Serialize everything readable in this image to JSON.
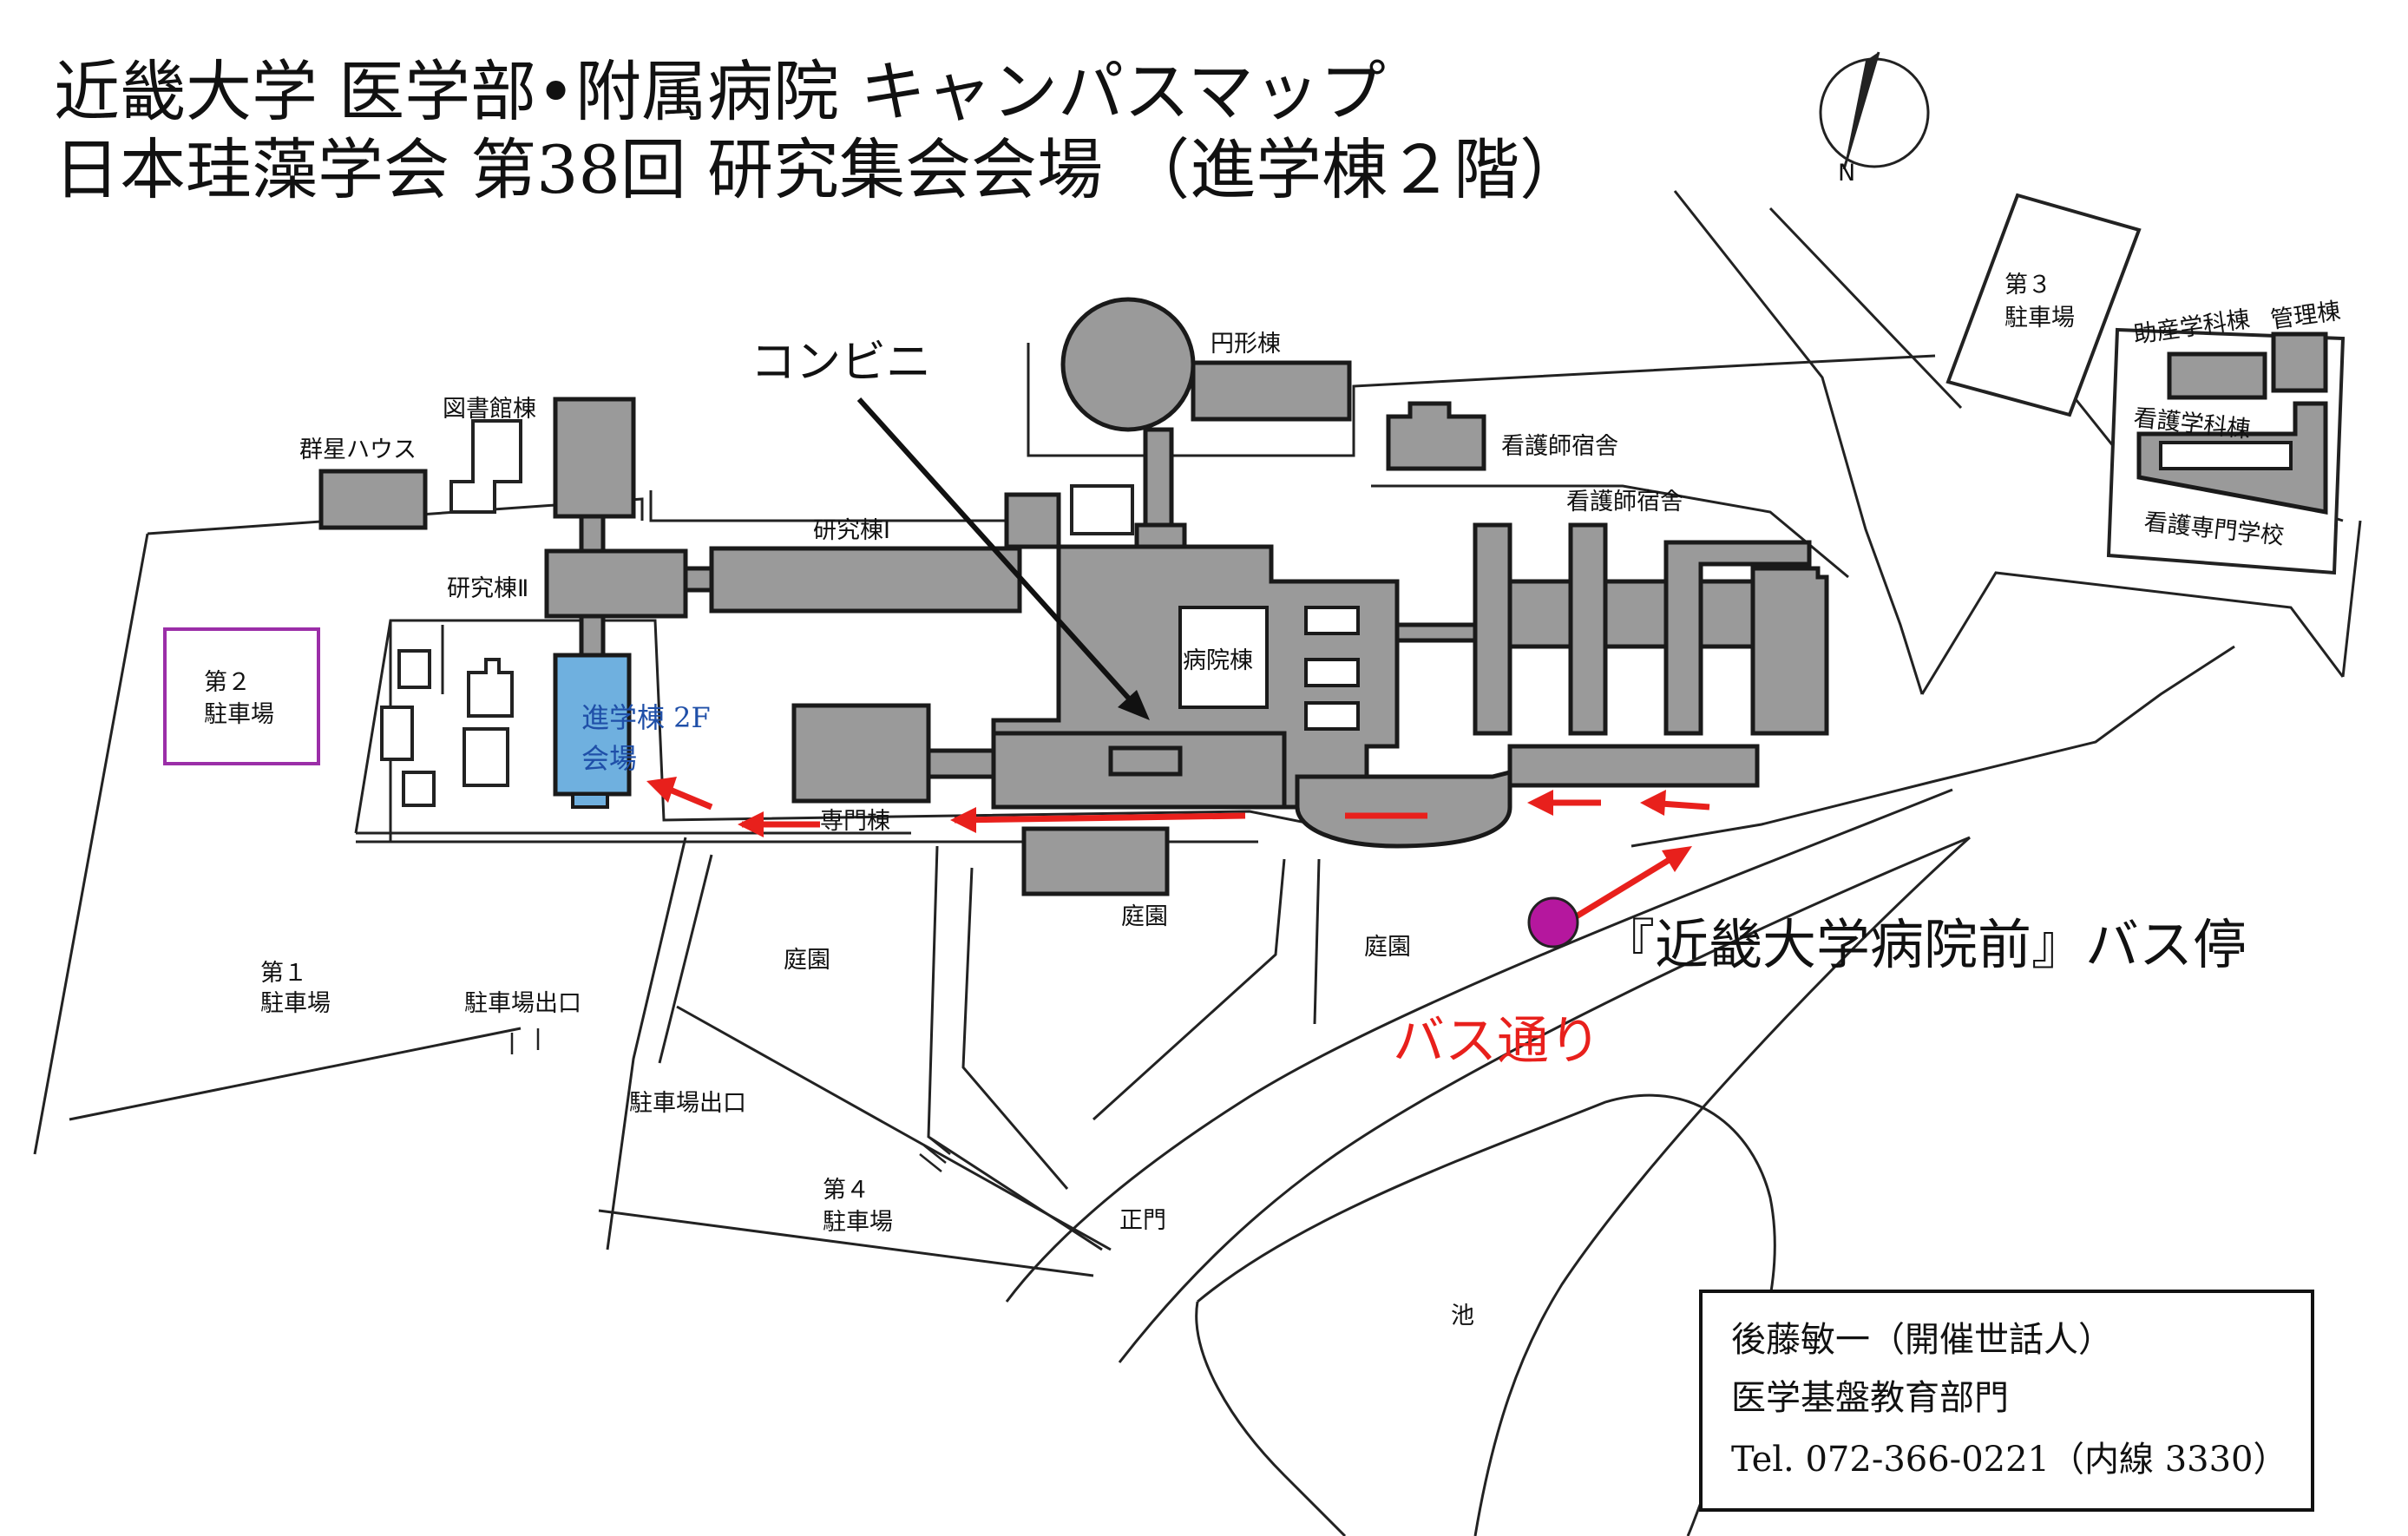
{
  "header": {
    "title_line1": "近畿大学 医学部•附属病院 キャンパスマップ",
    "title_line2": "日本珪藻学会 第38回 研究集会会場 （進学棟２階）"
  },
  "compass": {
    "north_label": "N"
  },
  "labels": {
    "conbini": "コンビニ",
    "enkei": "円形棟",
    "toshokan": "図書館棟",
    "gunsei": "群星ハウス",
    "kenkyu1": "研究棟Ⅰ",
    "kenkyu2": "研究棟Ⅱ",
    "byoin": "病院棟",
    "kangoshi1": "看護師宿舎",
    "kangoshi2": "看護師宿舎",
    "senmon": "専門棟",
    "teien1": "庭園",
    "teien2": "庭園",
    "teien3": "庭園",
    "parking1_l1": "第１",
    "parking1_l2": "駐車場",
    "parking2_l1": "第２",
    "parking2_l2": "駐車場",
    "parking3_l1": "第３",
    "parking3_l2": "駐車場",
    "parking4_l1": "第４",
    "parking4_l2": "駐車場",
    "parking_exit1": "駐車場出口",
    "parking_exit2": "駐車場出口",
    "seimon": "正門",
    "pond": "池",
    "josan": "助産学科棟",
    "kanri": "管理棟",
    "kango_gakka": "看護学科棟",
    "kango_senmon": "看護専門学校",
    "venue_l1": "進学棟 2F",
    "venue_l2": "会場",
    "bus_stop": "『近畿大学病院前』バス停",
    "bus_street": "バス通り"
  },
  "contact": {
    "line1": "後藤敏一（開催世話人）",
    "line2": "医学基盤教育部門",
    "line3": "Tel. 072-366-0221（内線 3330）"
  },
  "colors": {
    "building": "#9a9a9a",
    "venue": "#6fb0df",
    "arrow": "#e8201c",
    "bus_stop": "#b5179e",
    "parking2_border": "#9b2ea8",
    "venue_text": "#1f4fa8"
  }
}
